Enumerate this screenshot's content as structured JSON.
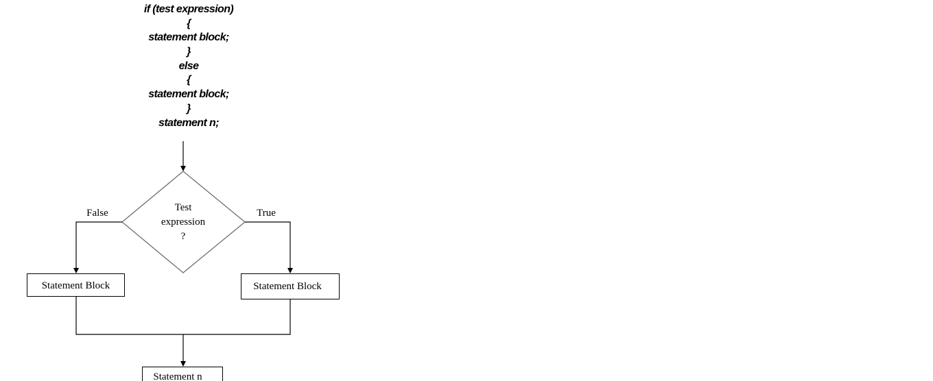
{
  "code": [
    "if (test expression)",
    "{",
    "statement block;",
    "}",
    "else",
    "{",
    "statement block;",
    "}",
    "statement n;"
  ],
  "decision": {
    "lines": [
      "Test",
      "expression",
      "?"
    ]
  },
  "branches": {
    "false_label": "False",
    "true_label": "True"
  },
  "boxes": {
    "left": "Statement Block",
    "right": "Statement Block",
    "bottom": "Statement n"
  },
  "colors": {
    "line": "#000000",
    "diamond": "#6f6f6f"
  }
}
